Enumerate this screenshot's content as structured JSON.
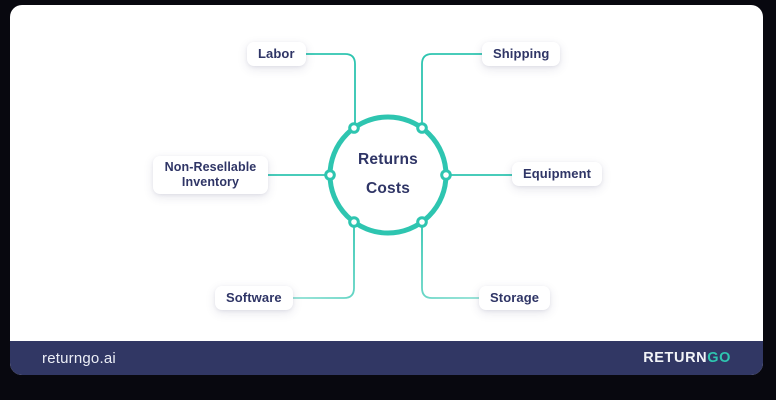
{
  "diagram": {
    "center": {
      "line1": "Returns",
      "line2": "Costs"
    },
    "nodes": [
      {
        "label": "Labor"
      },
      {
        "label": "Shipping"
      },
      {
        "label": "Non-Resellable Inventory",
        "line1": "Non-Resellable",
        "line2": "Inventory"
      },
      {
        "label": "Equipment"
      },
      {
        "label": "Software"
      },
      {
        "label": "Storage"
      }
    ]
  },
  "footer": {
    "site": "returngo.ai",
    "logo_return": "RETURN",
    "logo_go": "GO"
  },
  "colors": {
    "teal": "#2ec5b0",
    "teal_light": "#8ce0d3",
    "navy": "#2f3566",
    "footer_bg": "#313764",
    "card_bg": "#ffffff",
    "page_bg": "#08080f",
    "logo_text": "#f2f4f8"
  }
}
